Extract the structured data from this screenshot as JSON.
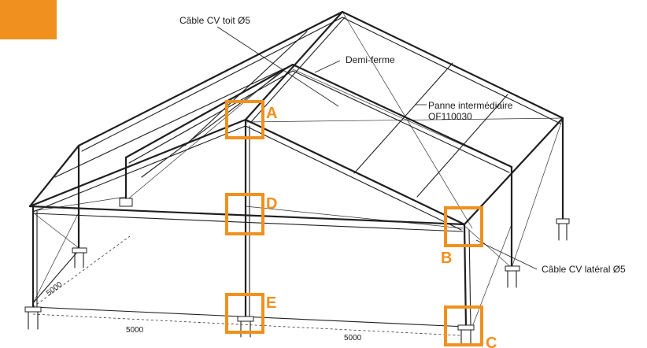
{
  "colors": {
    "accent": "#F0901E",
    "line": "#1f1f1f",
    "background": "#ffffff"
  },
  "labels": {
    "cable_roof": "Câble CV toit Ø5",
    "half_truss": "Demi-ferme",
    "purlin_line1": "Panne intermédiaire",
    "purlin_line2": "OF110030",
    "cable_side": "Câble CV latéral Ø5"
  },
  "markers": [
    "A",
    "B",
    "C",
    "D",
    "E"
  ],
  "dimensions": {
    "side": "5000",
    "front_left": "5000",
    "front_right": "5000"
  }
}
